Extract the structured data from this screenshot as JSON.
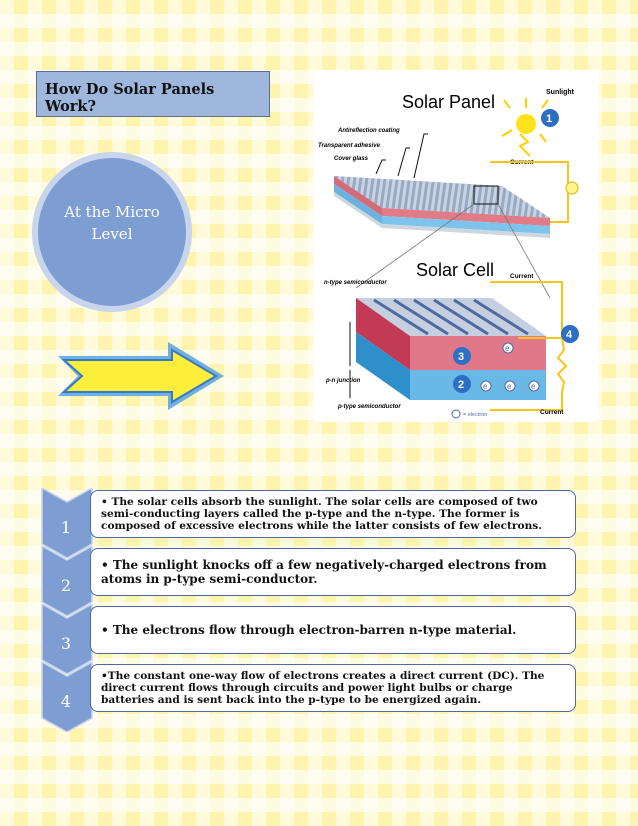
{
  "title": "How Do Solar Panels Work?",
  "circle_text": "At the Micro Level",
  "figure": {
    "panel_title": "Solar Panel",
    "cell_title": "Solar Cell",
    "sunlight": "Sunlight",
    "antireflection": "Antireflection coating",
    "adhesive": "Transparent adhesive",
    "cover_glass": "Cover glass",
    "current_top": "Current",
    "current_mid": "Current",
    "current_bottom": "Current",
    "n_type": "n-type semiconductor",
    "pn_junction": "p-n junction",
    "p_type": "p-type semiconductor",
    "electron_symbol": "e",
    "electron_legend": "= electron",
    "badges": [
      "1",
      "2",
      "3",
      "4"
    ]
  },
  "steps": [
    {
      "num": "1",
      "text": "• The solar cells absorb the sunlight. The solar cells are composed of two semi-conducting layers called the p-type and the n-type. The former is composed of excessive electrons while the latter consists of few electrons."
    },
    {
      "num": "2",
      "text": "• The sunlight knocks off a few negatively-charged electrons from atoms in p-type semi-conductor."
    },
    {
      "num": "3",
      "text": "• The electrons flow through electron-barren n-type material."
    },
    {
      "num": "4",
      "text": "•The constant one-way flow of electrons creates a direct current (DC). The direct current flows through circuits and power light bulbs or charge batteries and is sent back into the p-type to be energized again."
    }
  ],
  "colors": {
    "blue": "#7e9ed3",
    "dark_blue": "#4f6aa0",
    "yellow": "#fdf7c0"
  }
}
